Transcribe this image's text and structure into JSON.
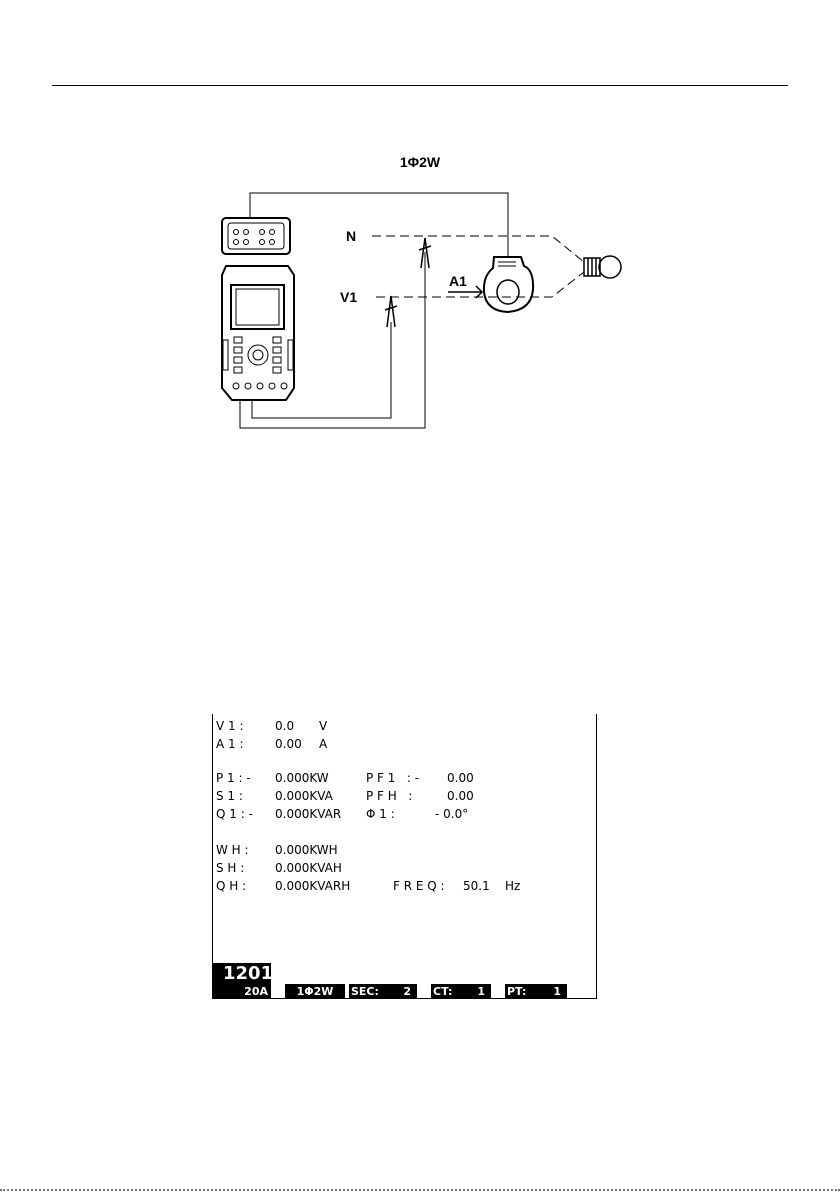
{
  "diagram": {
    "title": "1Φ2W",
    "labels": {
      "neutral": "N",
      "voltage": "V1",
      "current": "A1"
    }
  },
  "display": {
    "lines": {
      "v1_label": "V 1 :",
      "v1_value": "0.0",
      "v1_unit": "V",
      "a1_label": "A 1 :",
      "a1_value": "0.00",
      "a1_unit": "A",
      "p1_label": "P 1 : -",
      "p1_value": "0.000KW",
      "pf1_label": "P F 1   : -",
      "pf1_value": "0.00",
      "s1_label": "S 1 :",
      "s1_value": "0.000KVA",
      "pfh_label": "P F H   :",
      "pfh_value": "0.00",
      "q1_label": "Q 1 : -",
      "q1_value": "0.000KVAR",
      "phi1_label": "Φ 1 :",
      "phi1_value": "- 0.0°",
      "wh_label": "W H :",
      "wh_value": "0.000KWH",
      "sh_label": "S H :",
      "sh_value": "0.000KVAH",
      "qh_label": "Q H :",
      "qh_value": "0.000KVARH",
      "freq_label": "F R E Q :",
      "freq_value": "50.1",
      "freq_unit": "Hz"
    },
    "status_bar": {
      "model": "1201",
      "range": "20A",
      "wiring": "1Φ2W",
      "sec_label": "SEC:",
      "sec_value": "2",
      "ct_label": "CT:",
      "ct_value": "1",
      "pt_label": "PT:",
      "pt_value": "1"
    }
  }
}
